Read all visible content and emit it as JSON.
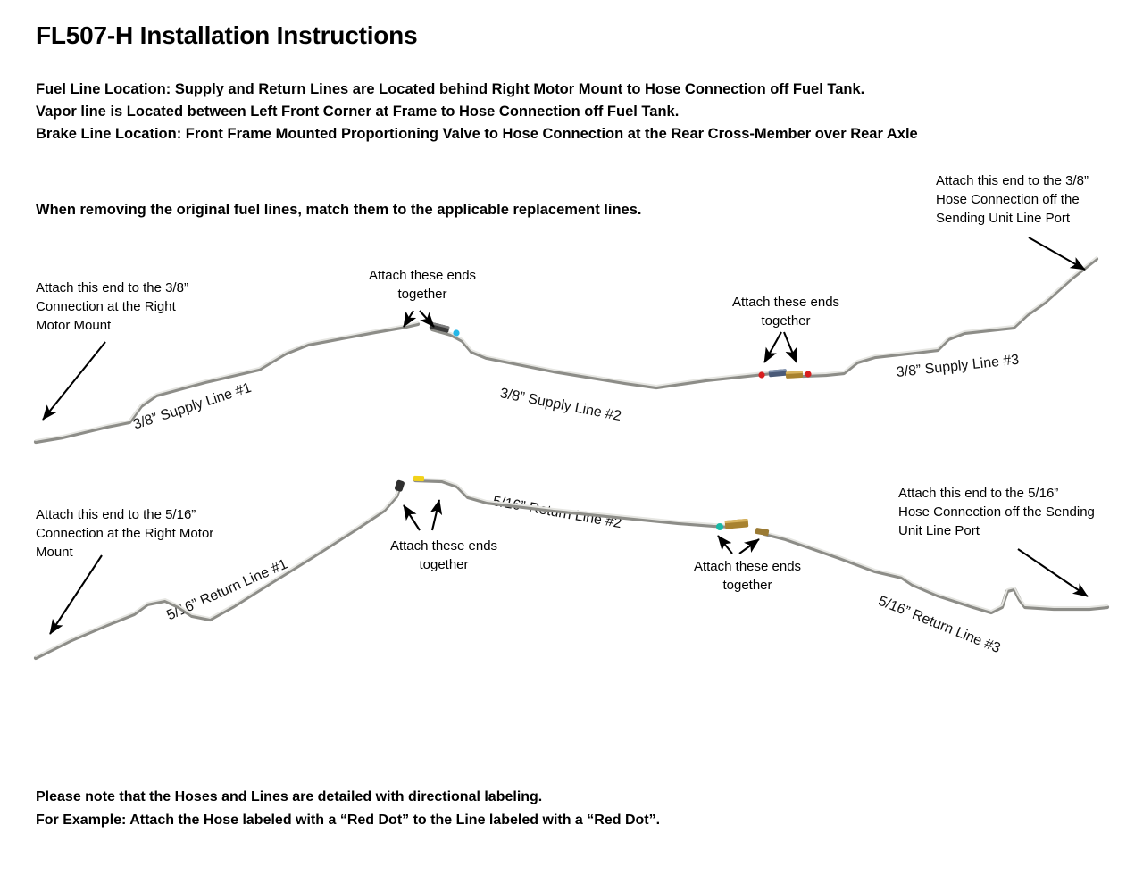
{
  "document": {
    "title": "FL507-H Installation Instructions",
    "intro_lines": [
      "Fuel Line Location:  Supply and Return Lines are Located behind Right Motor Mount to Hose Connection off Fuel Tank.",
      "Vapor line is Located between Left Front Corner at Frame to Hose Connection off Fuel Tank.",
      "Brake Line Location: Front Frame Mounted Proportioning Valve to Hose Connection at the Rear Cross-Member over Rear Axle"
    ],
    "match_note": "When removing the original fuel lines, match them to the applicable replacement lines.",
    "footer_lines": [
      "Please note that the Hoses and Lines are detailed with directional labeling.",
      "For Example: Attach the Hose labeled with a “Red Dot” to the Line labeled with a “Red Dot”."
    ]
  },
  "supply_diagram": {
    "labels": [
      {
        "id": "supply-line-1",
        "text": "3/8” Supply Line #1"
      },
      {
        "id": "supply-line-2",
        "text": "3/8” Supply Line #2"
      },
      {
        "id": "supply-line-3",
        "text": "3/8” Supply Line #3"
      }
    ],
    "callouts": [
      {
        "id": "supply-left-end",
        "lines": [
          "Attach this end to the 3/8”",
          "Connection at the Right",
          "Motor Mount"
        ]
      },
      {
        "id": "supply-joint-1",
        "lines": [
          "Attach these ends",
          "together"
        ]
      },
      {
        "id": "supply-joint-2",
        "lines": [
          "Attach these ends",
          "together"
        ]
      },
      {
        "id": "supply-right-end",
        "lines": [
          "Attach this end to the 3/8”",
          "Hose Connection off the",
          "Sending Unit Line Port"
        ]
      }
    ],
    "markers": [
      {
        "id": "supply-joint-1-dot",
        "color": "#25b7e8",
        "name": "blue-dot"
      },
      {
        "id": "supply-joint-2-dot-left",
        "color": "#d81f1f",
        "name": "red-dot"
      },
      {
        "id": "supply-joint-2-dot-right",
        "color": "#d81f1f",
        "name": "red-dot"
      }
    ]
  },
  "return_diagram": {
    "labels": [
      {
        "id": "return-line-1",
        "text": "5/16” Return Line #1"
      },
      {
        "id": "return-line-2",
        "text": "5/16” Return Line #2"
      },
      {
        "id": "return-line-3",
        "text": "5/16” Return Line #3"
      }
    ],
    "callouts": [
      {
        "id": "return-left-end",
        "lines": [
          "Attach this end to the 5/16”",
          "Connection at the Right Motor",
          "Mount"
        ]
      },
      {
        "id": "return-joint-1",
        "lines": [
          "Attach these ends",
          "together"
        ]
      },
      {
        "id": "return-joint-2",
        "lines": [
          "Attach these ends",
          "together"
        ]
      },
      {
        "id": "return-right-end",
        "lines": [
          "Attach this end to the 5/16”",
          "Hose Connection off the Sending",
          "Unit Line Port"
        ]
      }
    ],
    "markers": [
      {
        "id": "return-joint-1-dot",
        "color": "#f2d21a",
        "name": "yellow-dot"
      },
      {
        "id": "return-joint-2-dot",
        "color": "#18b9a6",
        "name": "teal-dot"
      }
    ]
  },
  "colors": {
    "tube": "#8d8d88",
    "tube_highlight": "#e6e6e2",
    "nut_steel": "#4a5a78",
    "nut_brass": "#a8822f",
    "nut_dark": "#3a3a3a",
    "ink": "#000000",
    "page": "#ffffff"
  }
}
